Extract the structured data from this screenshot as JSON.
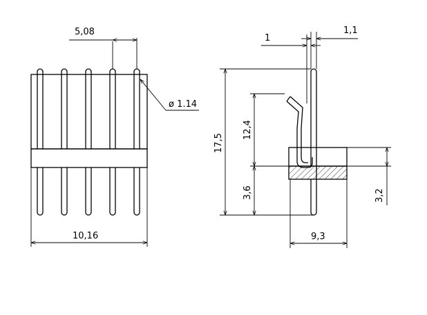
{
  "drawing": {
    "front_view": {
      "pitch_label": "5,08",
      "pin_diameter_label": "ø 1.14",
      "overall_width_label": "10,16"
    },
    "side_view": {
      "pin_thickness_left_label": "1",
      "pin_thickness_right_label": "1,1",
      "total_height_label": "17,5",
      "upper_pin_label": "12,4",
      "lower_pin_label": "3,6",
      "housing_height_label": "3,2",
      "depth_label": "9,3"
    }
  }
}
